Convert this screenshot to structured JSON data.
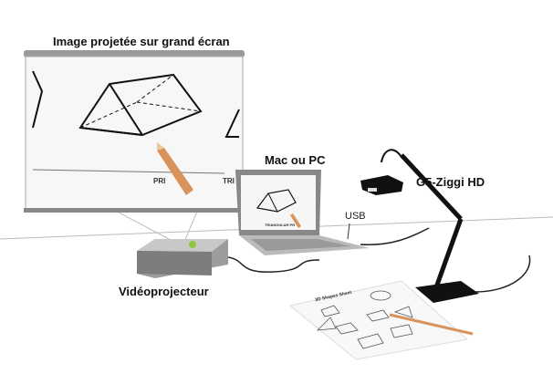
{
  "labels": {
    "screen": "Image projetée sur grand écran",
    "computer": "Mac ou PC",
    "camera": "G5-Ziggi HD",
    "usb": "USB",
    "projector": "Vidéoprojecteur"
  },
  "screen_content": {
    "caption_left": "PRI",
    "caption_right": "TRI"
  },
  "laptop_content": {
    "caption": "TRIANGULAR PR"
  },
  "worksheet": {
    "title": "3D Shapes Sheet"
  },
  "colors": {
    "projector_led": "#8dc63f",
    "pencil": "#d9935a",
    "camera_body": "#111111"
  }
}
